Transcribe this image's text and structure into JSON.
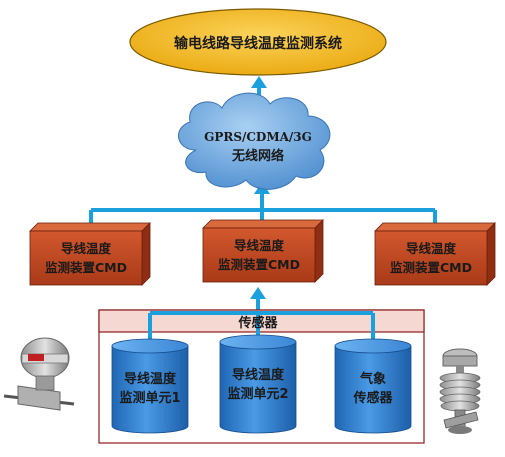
{
  "system": {
    "label": "输电线路导线温度监测系统"
  },
  "network": {
    "line1": "GPRS/CDMA/3G",
    "line2": "无线网络"
  },
  "cmd_devices": [
    {
      "line1": "导线温度",
      "line2": "监测装置CMD"
    },
    {
      "line1": "导线温度",
      "line2": "监测装置CMD"
    },
    {
      "line1": "导线温度",
      "line2": "监测装置CMD"
    }
  ],
  "sensor_group": {
    "label": "传感器"
  },
  "sensors": [
    {
      "line1": "导线温度",
      "line2": "监测单元1"
    },
    {
      "line1": "导线温度",
      "line2": "监测单元2"
    },
    {
      "line1": "气象",
      "line2": "传感器"
    }
  ],
  "colors": {
    "ellipse": "#f2b81c",
    "cloud": "#6aa7dc",
    "cmd_box": "#c24a23",
    "cylinder": "#2f7fd0",
    "connector": "#1aa0dc",
    "group_border": "#8b1a1a",
    "group_bg": "#f6d8d3"
  }
}
